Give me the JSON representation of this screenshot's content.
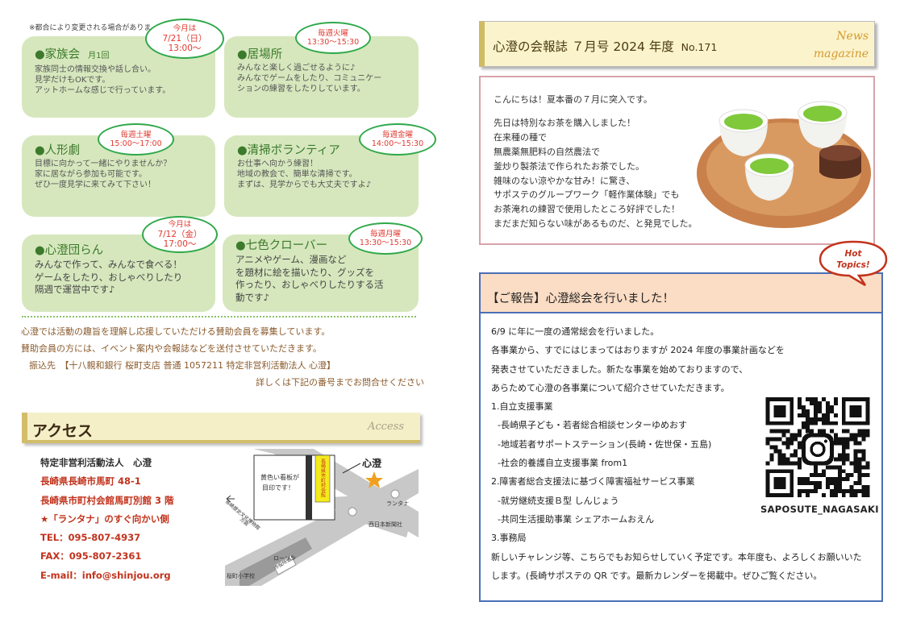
{
  "note": "※都合により変更される場合がありま",
  "activities": [
    {
      "title": "●家族会",
      "sub": "月1回",
      "body": [
        "家族同士の情報交換や話し合い。",
        "見学だけもOKです。",
        "アットホームな感じで行っています。"
      ],
      "bubble": [
        "今月は",
        "7/21（日）",
        "13:00〜"
      ]
    },
    {
      "title": "●居場所",
      "body": [
        "みんなと楽しく過ごせるように♪",
        "みんなでゲームをしたり、コミュニケー",
        "ションの練習をしたりしています。"
      ],
      "bubble": [
        "毎週火曜",
        "13:30〜15:30"
      ]
    },
    {
      "title": "●人形劇",
      "body": [
        "目標に向かって一緒にやりませんか？",
        "家に居ながら参加も可能です。",
        "ぜひ一度見学に来てみて下さい！"
      ],
      "bubble": [
        "毎週土曜",
        "15:00〜17:00"
      ]
    },
    {
      "title": "●清掃ボランティア",
      "body": [
        "お仕事へ向かう練習！",
        "地域の教会で、簡単な清掃です。",
        "まずは、見学からでも大丈夫ですよ♪"
      ],
      "bubble": [
        "毎週金曜",
        "14:00〜15:30"
      ]
    },
    {
      "title": "●心澄団らん",
      "body": [
        "みんなで作って、みんなで食べる！",
        "ゲームをしたり、おしゃべりしたり",
        "隔週で運営中です♪"
      ],
      "bubble": [
        "今月は",
        "7/12（金）",
        "17:00〜"
      ]
    },
    {
      "title": "●七色クローバー",
      "body": [
        "アニメやゲーム、漫画など",
        "を題材に絵を描いたり、グッズを",
        "作ったり、おしゃべりしたりする活",
        "動です♪"
      ],
      "bubble": [
        "毎週月曜",
        "13:30〜15:30"
      ]
    }
  ],
  "support": {
    "line1": "心澄では活動の趣旨を理解し応援していただける賛助会員を募集しています。",
    "line2": "賛助会員の方には、イベント案内や会報誌などを送付させていただきます。",
    "line3": "振込先　【十八親和銀行 桜町支店 普通 1057211 特定非営利活動法人 心澄】",
    "line4": "詳しくは下記の番号までお問合せください"
  },
  "access": {
    "title": "アクセス",
    "en": "Access",
    "org": "特定非営利活動法人　心澄",
    "lines": [
      "長崎県長崎市馬町 48-1",
      "長崎県市町村会館馬町別館 3 階",
      "★「ランタナ」のすぐ向かい側",
      "TEL：095-807-4937",
      "FAX：095-807-2361",
      "E-mail：info@shinjou.org"
    ],
    "map": {
      "sign": [
        "黄色い看板が",
        "目印です！"
      ],
      "building": "長崎県市町村会館",
      "shinjou": "心澄",
      "lantana": "ランタナ",
      "nishinippon": "西日本新聞社",
      "lawson": "ローソン",
      "school": "桜町小学校",
      "road1": "長崎歴史文化博物館",
      "road2": "市役所通り",
      "dir": "方面"
    }
  },
  "news": {
    "title": "心澄の会報誌 ７月号 2024 年度",
    "no": "No.171",
    "en1": "News",
    "en2": "magazine"
  },
  "tea": [
    "こんにちは！夏本番の７月に突入です。",
    "",
    "先日は特別なお茶を購入しました！",
    "在来種の種で",
    "無農薬無肥料の自然農法で",
    "釜炒り製茶法で作られたお茶でした。",
    "雑味のない涼やかな甘み！に驚き、",
    "サポステのグループワーク「軽作業体験」でも",
    "お茶淹れの練習で使用したところ好評でした！",
    "まだまだ知らない味があるものだ、と発見でした。"
  ],
  "hot": [
    "Hot",
    "Topics!"
  ],
  "report": {
    "title": "【ご報告】心澄総会を行いました！",
    "lines": [
      {
        "t": "6/9 に年に一度の通常総会を行いました。",
        "i": false
      },
      {
        "t": "各事業から、すでにはじまってはおりますが 2024 年度の事業計画などを",
        "i": false
      },
      {
        "t": "発表させていただきました。新たな事業を始めておりますので、",
        "i": false
      },
      {
        "t": "あらためて心澄の各事業について紹介させていただきます。",
        "i": false
      },
      {
        "t": "1.自立支援事業",
        "i": false
      },
      {
        "t": "-長崎県子ども・若者総合相談センターゆめおす",
        "i": true
      },
      {
        "t": "-地域若者サポートステーション(長崎・佐世保・五島)",
        "i": true
      },
      {
        "t": "-社会的養護自立支援事業 from1",
        "i": true
      },
      {
        "t": "2.障害者総合支援法に基づく障害福祉サービス事業",
        "i": false
      },
      {
        "t": "-就労継続支援Ｂ型 しんじょう",
        "i": true
      },
      {
        "t": "-共同生活援助事業 シェアホームおえん",
        "i": true
      },
      {
        "t": "3.事務局",
        "i": false
      },
      {
        "t": "新しいチャレンジ等、こちらでもお知らせしていく予定です。本年度も、よろしくお願いいた",
        "i": false
      },
      {
        "t": "します。(長崎サポステの QR です。最新カレンダーを掲載中。ぜひご覧ください。",
        "i": false
      }
    ],
    "qr_label": "SAPOSUTE_NAGASAKI"
  }
}
